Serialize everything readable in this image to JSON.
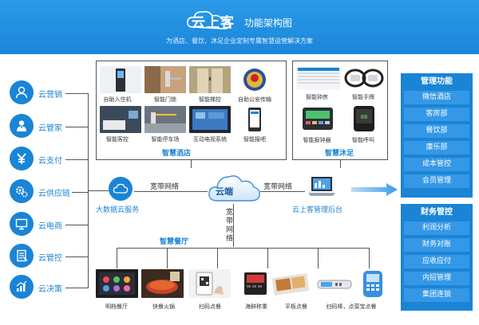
{
  "header": {
    "logo_text": "云上客",
    "title": "功能架构图",
    "subtitle": "为酒店、餐饮、沐足企业定制专属智慧运营解决方案"
  },
  "left_modules": [
    {
      "label": "云营销",
      "icon": "user-icon"
    },
    {
      "label": "云管家",
      "icon": "staff-icon"
    },
    {
      "label": "云支付",
      "icon": "yen-icon"
    },
    {
      "label": "云供应链",
      "icon": "gears-icon"
    },
    {
      "label": "云电商",
      "icon": "monitor-icon"
    },
    {
      "label": "云管控",
      "icon": "checklist-icon"
    },
    {
      "label": "云决策",
      "icon": "chart-icon"
    }
  ],
  "hotel": {
    "label": "智慧酒店",
    "items": [
      "自助入住机",
      "智能门锁",
      "智能梯控",
      "自助公安传输",
      "智能客控",
      "智能停车场",
      "互动电视系统",
      "智能报吧"
    ]
  },
  "foot": {
    "label": "智慧沐足",
    "items": [
      "智能钟房",
      "智能手牌",
      "智能报钟器",
      "智能呼叫"
    ]
  },
  "center": {
    "cloud_label": "云端",
    "link_left": "宽带网络",
    "link_right": "宽带网络",
    "link_down": "宽带网络",
    "bigdata_label": "大数据云服务",
    "admin_label": "云上客管理后台"
  },
  "catering": {
    "label": "智慧餐厅",
    "items": [
      "明档餐厅",
      "快餐火锅",
      "扫码点餐",
      "海鲜称重",
      "平板点餐",
      "扫码棒，点菜宝点餐"
    ]
  },
  "panels": [
    {
      "title": "管理功能",
      "items": [
        "微信酒店",
        "客房部",
        "餐饮部",
        "康乐部",
        "成本管控",
        "会员管理"
      ]
    },
    {
      "title": "财务管控",
      "items": [
        "利润分析",
        "财务对账",
        "应收应付",
        "内招管理",
        "集团连锁"
      ]
    }
  ],
  "colors": {
    "brand": "#1a84d6",
    "header": "#2a9ae8",
    "line": "#555555"
  }
}
